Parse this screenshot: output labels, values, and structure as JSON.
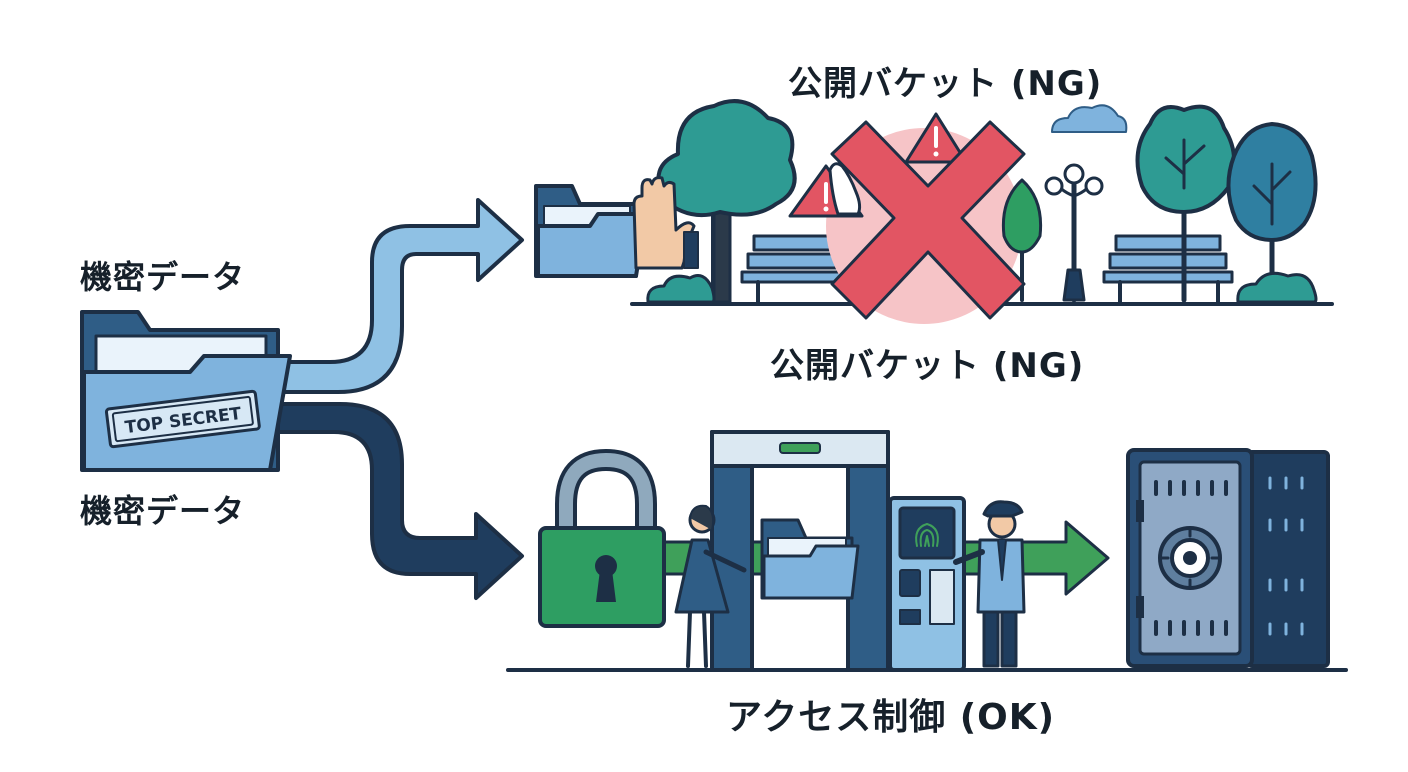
{
  "labels": {
    "secret_data_top": "機密データ",
    "secret_data_bottom": "機密データ",
    "public_bucket_top": "公開バケット (NG)",
    "public_bucket_bottom": "公開バケット (NG)",
    "access_control": "アクセス制御 (OK)",
    "stamp": "TOP SECRET"
  },
  "colors": {
    "outline": "#1d2f45",
    "folder_light": "#7fb3dd",
    "folder_dark": "#2f5d86",
    "arrow_light": "#8fc1e4",
    "arrow_dark": "#1f3d5e",
    "tree_teal": "#2e9b93",
    "tree_blue": "#2f7fa1",
    "danger_red": "#e25563",
    "danger_glow": "#f6c4c7",
    "lock_green": "#2e9e62",
    "green_arrow": "#3fa05a",
    "vault_blue": "#2a4f77"
  },
  "icons": [
    "folder-icon",
    "stamp-icon",
    "hand-stop-icon",
    "tree-icon",
    "bench-icon",
    "street-lamp-icon",
    "warning-triangle-icon",
    "cloud-icon",
    "red-x-icon",
    "padlock-icon",
    "security-gate-icon",
    "fingerprint-terminal-icon",
    "person-icon",
    "guard-icon",
    "vault-server-icon"
  ]
}
